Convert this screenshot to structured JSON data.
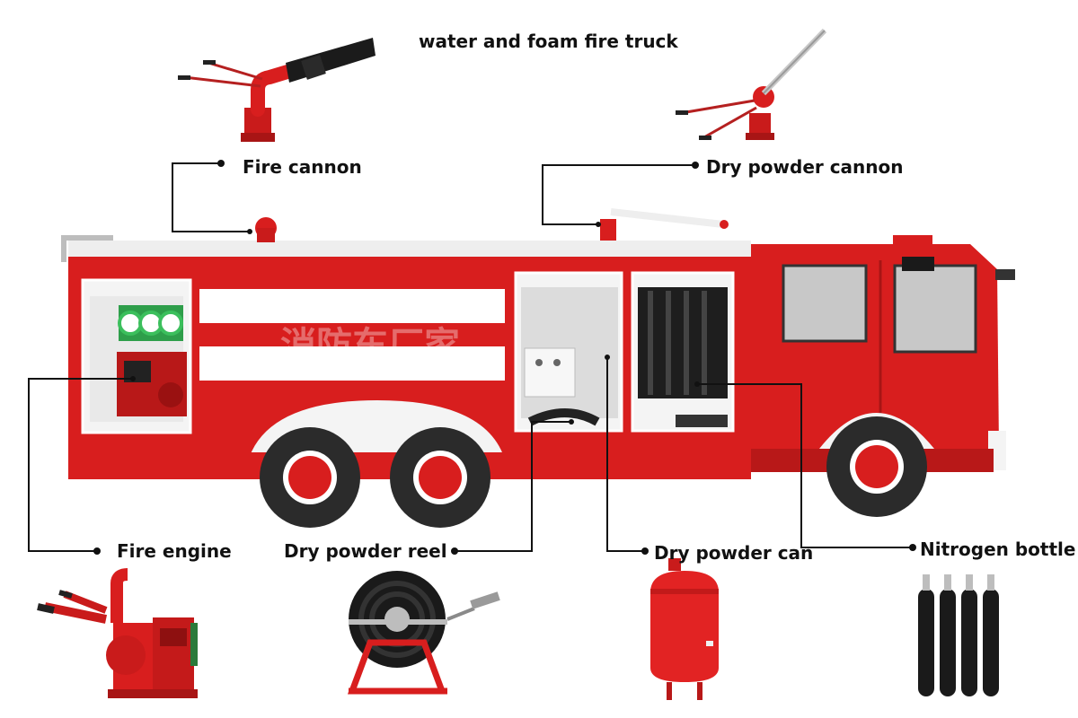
{
  "title": "water and foam fire truck",
  "labels": {
    "fire_cannon": "Fire cannon",
    "dry_powder_cannon": "Dry powder cannon",
    "fire_engine": "Fire engine",
    "dry_powder_reel": "Dry powder reel",
    "dry_powder_can": "Dry powder can",
    "nitrogen_bottle": "Nitrogen bottle"
  },
  "watermark": "消防车厂家",
  "colors": {
    "truck_red": "#d81e1e",
    "stripe_white": "#ffffff",
    "leader_line": "#111111",
    "bottle_black": "#1a1a1a",
    "tire": "#2b2b2b"
  },
  "icons": [
    "fire-cannon-icon",
    "dry-powder-cannon-icon",
    "fire-engine-pump-icon",
    "hose-reel-icon",
    "powder-can-icon",
    "nitrogen-bottle-icon"
  ]
}
